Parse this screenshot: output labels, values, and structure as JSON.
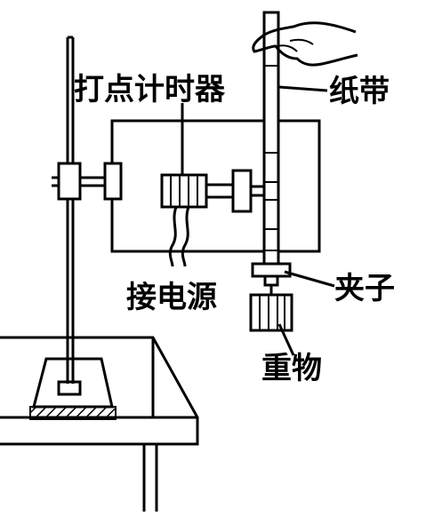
{
  "labels": {
    "timer": "打点计时器",
    "tape": "纸带",
    "clip": "夹子",
    "power": "接电源",
    "weight": "重物"
  }
}
